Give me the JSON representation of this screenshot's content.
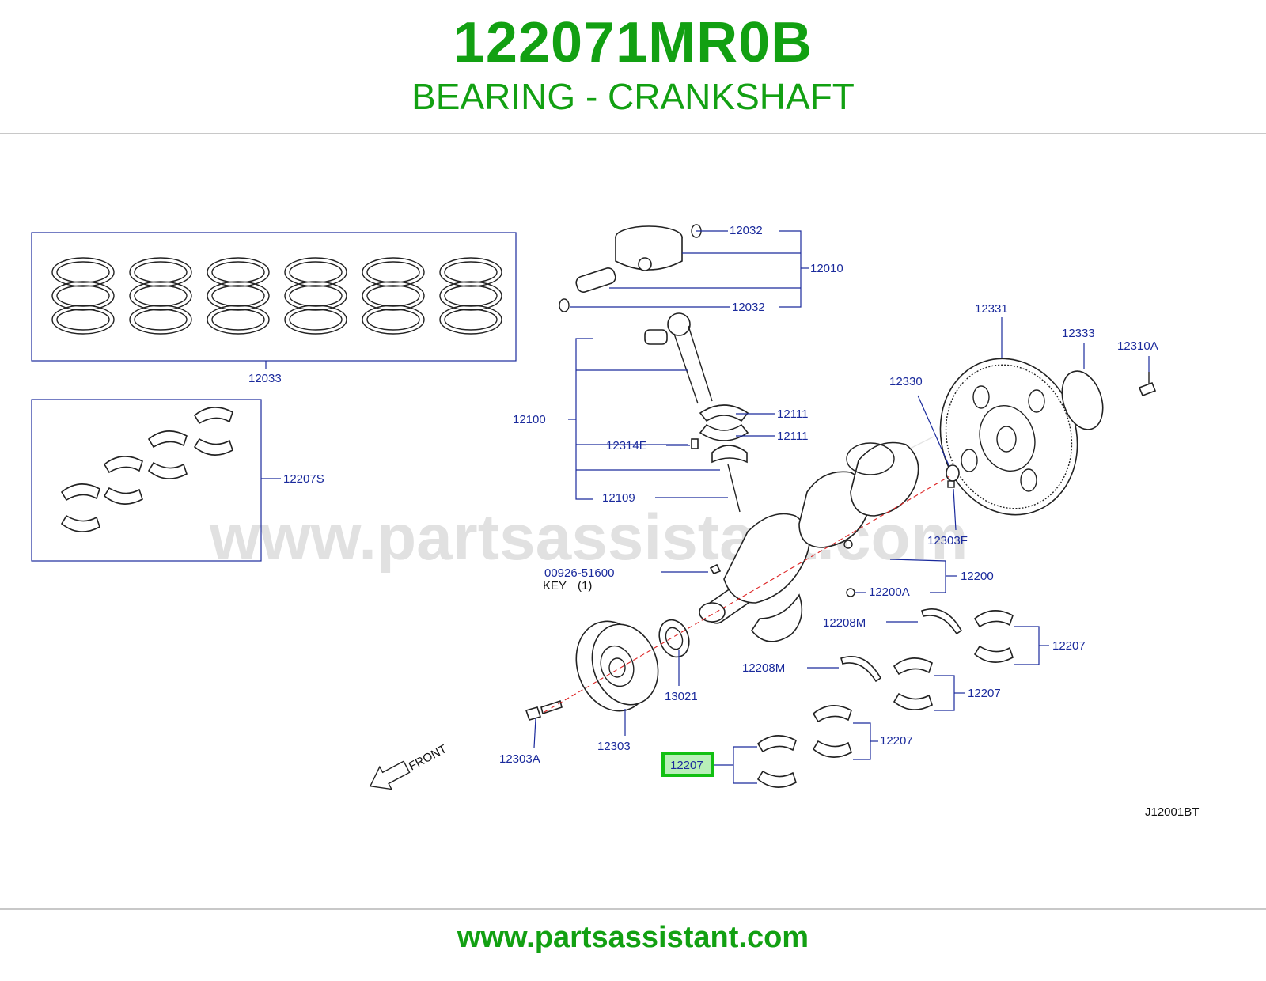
{
  "header": {
    "part_number": "122071MR0B",
    "part_name": "BEARING - CRANKSHAFT"
  },
  "diagram": {
    "watermark": "www.partsassistant.com",
    "diagram_code": "J12001BT",
    "front_label": "FRONT",
    "highlight_color": "#12c012",
    "callouts": {
      "c12032_top": "12032",
      "c12010": "12010",
      "c12032_bottom": "12032",
      "c12033": "12033",
      "c12331": "12331",
      "c12333": "12333",
      "c12310A": "12310A",
      "c12330": "12330",
      "c12100": "12100",
      "c12111_a": "12111",
      "c12111_b": "12111",
      "c12314E": "12314E",
      "c12109": "12109",
      "c12207S": "12207S",
      "c12303F": "12303F",
      "c00926": "00926-51600",
      "key_label": "KEY",
      "key_qty": "(1)",
      "c12200": "12200",
      "c12200A": "12200A",
      "c12208M_a": "12208M",
      "c12208M_b": "12208M",
      "c12207_a": "12207",
      "c12207_b": "12207",
      "c12207_c": "12207",
      "c12207_highlighted": "12207",
      "c13021": "13021",
      "c12303": "12303",
      "c12303A": "12303A"
    }
  },
  "footer": {
    "url": "www.partsassistant.com"
  }
}
